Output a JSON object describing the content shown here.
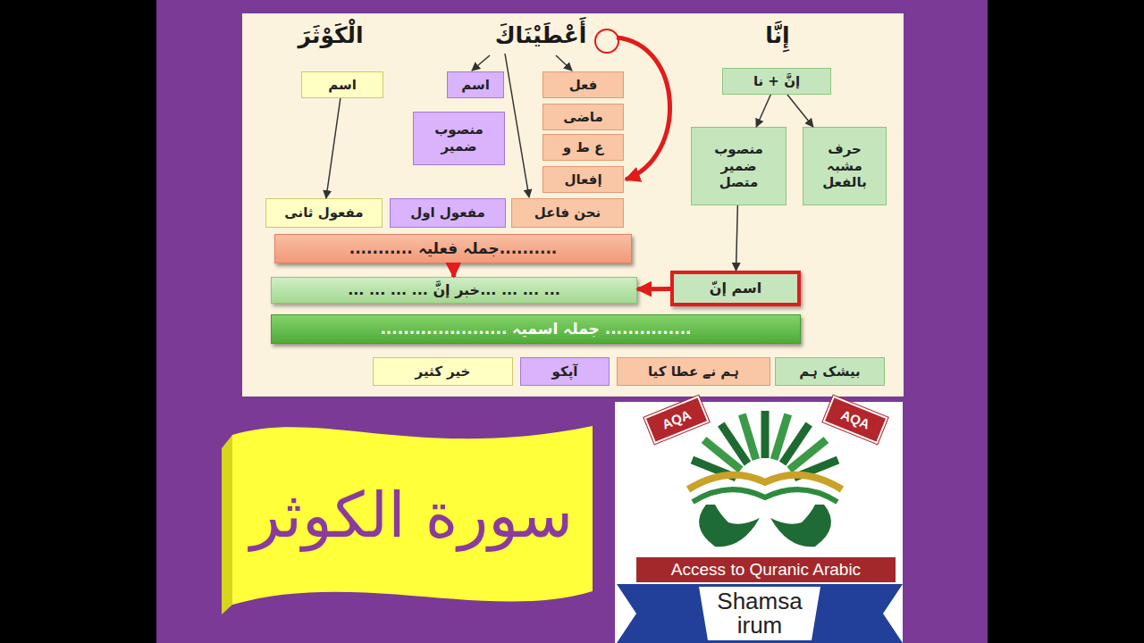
{
  "diagram": {
    "nodes": [
      {
        "text": [
          "إنَّ + نا"
        ]
      },
      {
        "text": [
          "فعل"
        ]
      },
      {
        "text": [
          "اسم"
        ]
      },
      {
        "text": [
          "اسم"
        ]
      },
      {
        "text": [
          "حرف مشبہ بالفعل"
        ]
      },
      {
        "text": [
          "منصوب ضمير متصل"
        ]
      },
      {
        "text": [
          "ماضى"
        ]
      },
      {
        "text": [
          "منصوب ضمير"
        ]
      },
      {
        "text": [
          "ع ط و"
        ]
      },
      {
        "text": [
          "إفعال"
        ]
      },
      {
        "text": [
          "نحن فاعل"
        ]
      },
      {
        "text": [
          "مفعول اول"
        ]
      },
      {
        "text": [
          "مفعول ثانی"
        ]
      },
      {
        "text": [
          "..........جملہ فعلیہ ..........."
        ]
      },
      {
        "text": [
          "اسم إنّ"
        ]
      },
      {
        "text": [
          "... ... ... ...خبر إنَّ ... ... ... ..."
        ]
      },
      {
        "text": [
          "............... جملہ اسمیہ ......................"
        ]
      },
      {
        "text": [
          "بیشک ہم"
        ]
      },
      {
        "text": [
          "ہم نے عطا کیا"
        ]
      },
      {
        "text": [
          "آپکو"
        ]
      },
      {
        "text": [
          "خیر کثیر"
        ]
      },
      {
        "text": [
          "سورة الكوثر"
        ]
      },
      {
        "text": [
          "AQA"
        ]
      },
      {
        "text": [
          "AQA"
        ]
      },
      {
        "text": [
          "Access to Quranic Arabic"
        ]
      },
      {
        "text": [
          "Shamsa irum"
        ]
      }
    ],
    "edges": [
      {
        "from": 0,
        "to": 4,
        "arrow": "to"
      },
      {
        "from": 0,
        "to": 5,
        "arrow": "to"
      },
      {
        "from": 3,
        "to": 12,
        "arrow": "to"
      },
      {
        "from": 5,
        "to": 14,
        "arrow": "to"
      },
      {
        "from": 13,
        "to": 15,
        "arrow": "to"
      },
      {
        "from": 14,
        "to": 15,
        "arrow": "to"
      }
    ],
    "labels": [
      "إِنَّا",
      "أَعْطَيْنَاكَ",
      "الْكَوْثَرَ"
    ]
  }
}
